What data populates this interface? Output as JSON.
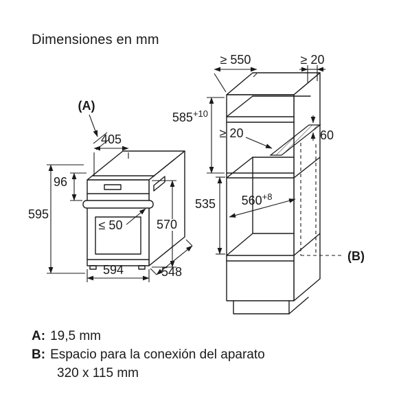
{
  "title": "Dimensiones en mm",
  "colors": {
    "line": "#1a1a1a",
    "background": "#ffffff"
  },
  "oven": {
    "label_a": "(A)",
    "dim_top_depth": "405",
    "dim_panel_height": "96",
    "dim_total_height": "595",
    "dim_handle_protrusion": "≤ 50",
    "dim_door_height": "570",
    "dim_width": "594",
    "dim_depth": "548"
  },
  "cabinet": {
    "dim_min_depth": "≥ 550",
    "dim_top_gap": "≥ 20",
    "dim_niche_height": "585",
    "dim_niche_height_tol": "+10",
    "dim_rear_gap": "≥ 20",
    "dim_vent_width": "60",
    "dim_opening_height": "535",
    "dim_niche_width": "560",
    "dim_niche_width_tol": "+8",
    "label_b": "(B)"
  },
  "legend": {
    "a_key": "A:",
    "a_value": "19,5 mm",
    "b_key": "B:",
    "b_line1": "Espacio para la conexión del aparato",
    "b_line2": "320 x 115 mm"
  }
}
